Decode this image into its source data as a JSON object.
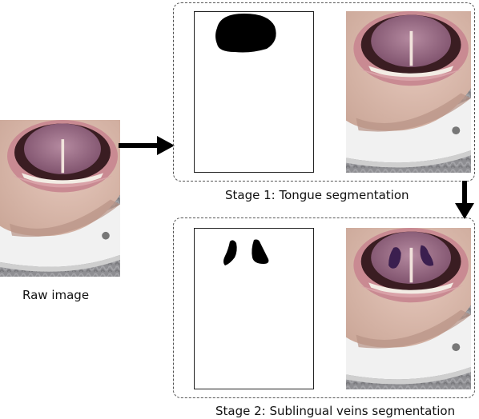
{
  "labels": {
    "raw": "Raw image",
    "stage1": "Stage 1: Tongue segmentation",
    "stage2": "Stage 2: Sublingual veins segmentation"
  },
  "colors": {
    "mask": "#000000",
    "dashed_border": "#555555",
    "skin": "#d9b8ab",
    "lips": "#c98a92",
    "tongue": "#9a6a86",
    "mouth_inside": "#3a1d22",
    "veins": "#3b1f4f",
    "headrest": "#f2f2f2",
    "carpet": "#8f8f93"
  },
  "icons": [
    "right-arrow-icon",
    "down-arrow-icon"
  ]
}
